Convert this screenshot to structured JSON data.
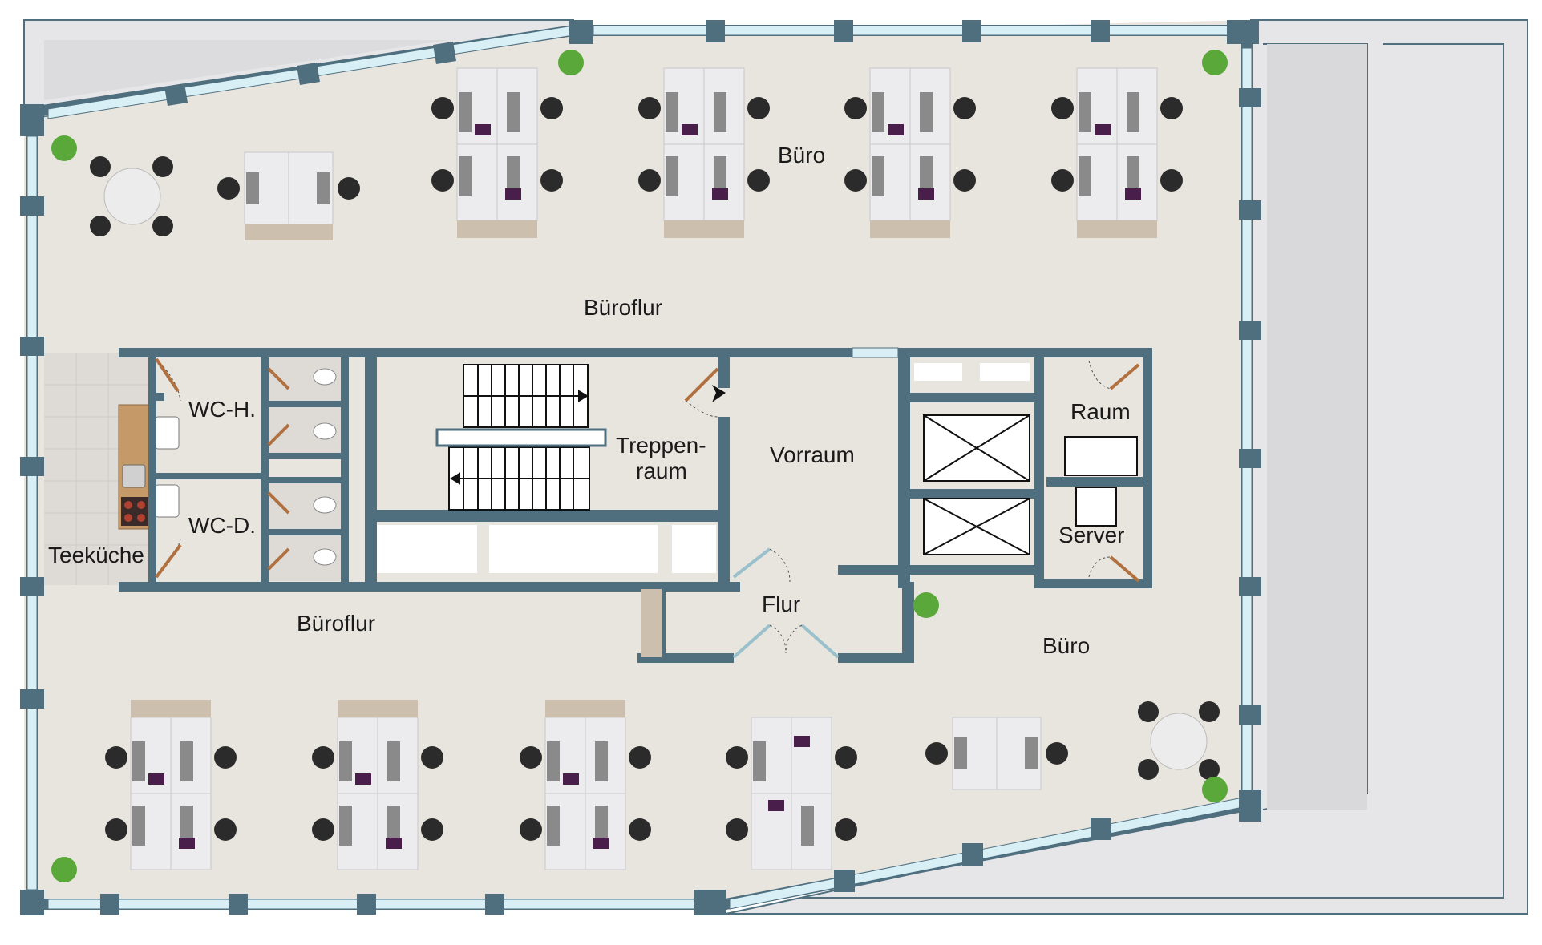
{
  "colors": {
    "wall": "#4f6f7f",
    "floor": "#e8e5de",
    "terrace": "#e6e6e8",
    "window": "#d8eff5",
    "tile": "#dedbd6",
    "desk": "#ecebee",
    "cabinet": "#cdbfae",
    "chair": "#2b2b2b",
    "plant": "#5aa83a",
    "accent_purple": "#4a1e4a",
    "door": "#b07040",
    "counter": "#c69a68"
  },
  "icons": [
    "plant-icon",
    "chair-icon",
    "desk-icon",
    "stair-arrow-icon",
    "elevator-icon",
    "door-icon",
    "sink-icon",
    "stove-icon",
    "toilet-icon",
    "round-table-icon"
  ],
  "rooms": {
    "buero_top": "Büro",
    "bueroflur_top": "Büroflur",
    "wc_h": "WC-H.",
    "wc_d": "WC-D.",
    "teekueche": "Teeküche",
    "treppenraum_1": "Treppen-",
    "treppenraum_2": "raum",
    "vorraum": "Vorraum",
    "raum": "Raum",
    "server": "Server",
    "flur": "Flur",
    "bueroflur_bottom": "Büroflur",
    "buero_bottom": "Büro"
  }
}
